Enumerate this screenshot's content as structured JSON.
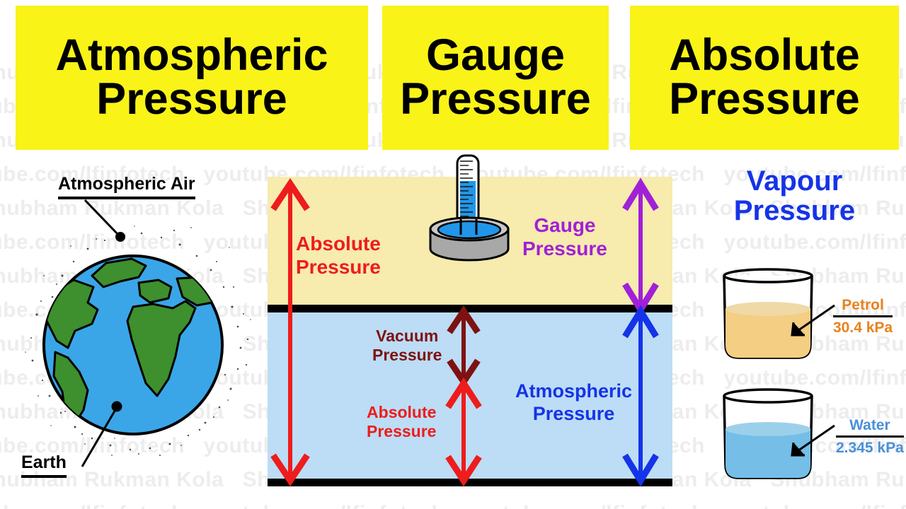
{
  "watermark": {
    "line1": "Shubham Rukman Kola",
    "line2": "youtube.com/lfinfotech"
  },
  "banners": {
    "atmospheric": {
      "line1": "Atmospheric",
      "line2": "Pressure"
    },
    "gauge": {
      "line1": "Gauge",
      "line2": "Pressure"
    },
    "absolute": {
      "line1": "Absolute",
      "line2": "Pressure"
    }
  },
  "earth_panel": {
    "atmospheric_air_label": "Atmospheric Air",
    "earth_label": "Earth"
  },
  "pressure_diagram": {
    "absolute_upper": {
      "line1": "Absolute",
      "line2": "Pressure"
    },
    "gauge": {
      "line1": "Gauge",
      "line2": "Pressure"
    },
    "vacuum": {
      "line1": "Vacuum",
      "line2": "Pressure"
    },
    "absolute_lower": {
      "line1": "Absolute",
      "line2": "Pressure"
    },
    "atmospheric": {
      "line1": "Atmospheric",
      "line2": "Pressure"
    }
  },
  "vapour_panel": {
    "title_line1": "Vapour",
    "title_line2": "Pressure",
    "petrol": {
      "name": "Petrol",
      "value": "30.4 kPa"
    },
    "water": {
      "name": "Water",
      "value": "2.345 kPa"
    }
  },
  "colors": {
    "banner_yellow": "#F9F318",
    "absolute_red": "#EE1C1C",
    "gauge_purple": "#A020D8",
    "vacuum_darkred": "#7E1212",
    "atmospheric_blue": "#1533E8",
    "upper_band": "#F7EBAE",
    "lower_band": "#BCDDF5",
    "petrol_orange": "#E8821E",
    "water_blue": "#4A90D9"
  }
}
